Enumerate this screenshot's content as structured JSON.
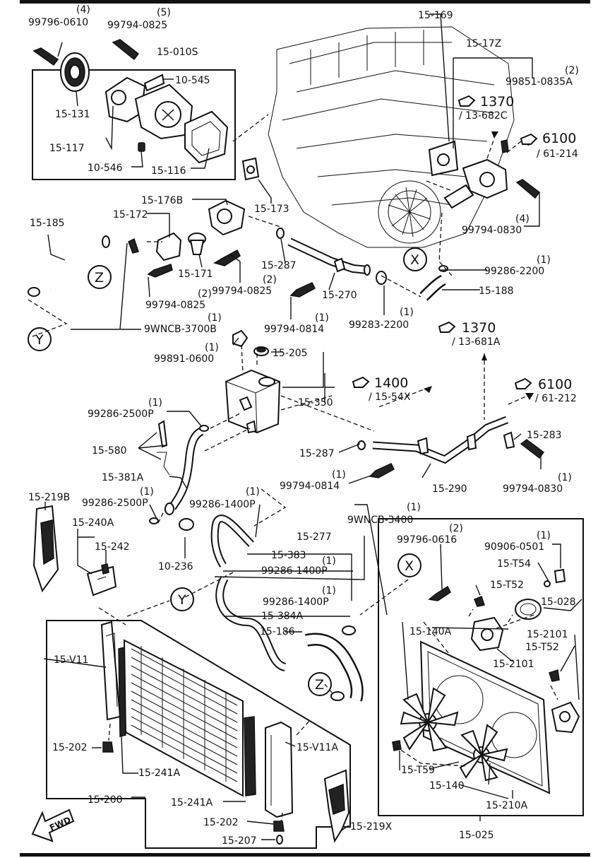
{
  "labels": {
    "l01": "(4)",
    "l02": "99796-0610",
    "l03": "(5)",
    "l04": "99794-0825",
    "l05": "15-010S",
    "l06": "10-545",
    "l07": "15-131",
    "l08": "15-117",
    "l09": "10-546",
    "l10": "15-116",
    "l11": "15-169",
    "l12": "15-17Z",
    "l13": "(2)",
    "l14": "99851-0835A",
    "l15": "1370",
    "l16": "/ 13-682C",
    "l17": "6100",
    "l18": "/ 61-214",
    "l19": "15-173",
    "l20": "15-176B",
    "l21": "15-185",
    "l22": "15-172",
    "l23": "15-171",
    "l24": "(2)",
    "l25": "99794-0825",
    "l26": "15-287",
    "l27": "99794-0825",
    "l28": "(2)",
    "l29": "15-270",
    "l30": "(4)",
    "l31": "99794-0830",
    "l32": "(1)",
    "l33": "99286-2200",
    "l34": "15-188",
    "l35": "(1)",
    "l36": "9WNCB-3700B",
    "l37": "(1)",
    "l38": "99794-0814",
    "l39": "(1)",
    "l40": "99283-2200",
    "l41": "1370",
    "l42": "/ 13-681A",
    "l43": "(1)",
    "l44": "99891-0600",
    "l45": "15-205",
    "l46": "1400",
    "l47": "/ 15-54X",
    "l48": "6100",
    "l49": "/ 61-212",
    "l50": "15-350",
    "l51": "(1)",
    "l52": "99286-2500P",
    "l53": "15-580",
    "l54": "15-287",
    "l55": "15-283",
    "l56": "15-381A",
    "l57": "(1)",
    "l58": "99794-0814",
    "l59": "15-290",
    "l60": "(1)",
    "l61": "99794-0830",
    "l62": "15-219B",
    "l63": "(1)",
    "l64": "99286-2500P",
    "l65": "(1)",
    "l66": "99286-1400P",
    "l67": "(1)",
    "l68": "9WNCB-3400",
    "l69": "15-240A",
    "l70": "15-242",
    "l71": "15-277",
    "l72": "(2)",
    "l73": "99796-0616",
    "l74": "10-236",
    "l75": "15-383",
    "l76": "(1)",
    "l77": "99286-1400P",
    "l78": "(1)",
    "l79": "90906-0501",
    "l80": "15-T54",
    "l81": "15-T52",
    "l82": "15-028",
    "l83": "(1)",
    "l84": "99286-1400P",
    "l85": "15-384A",
    "l86": "15-186",
    "l87": "15-140A",
    "l88": "15-2101",
    "l89": "15-T52",
    "l90": "15-2101",
    "l91": "15-V11",
    "l92": "15-202",
    "l93": "15-V11A",
    "l94": "15-241A",
    "l95": "15-T59",
    "l96": "15-140",
    "l97": "15-200",
    "l98": "15-241A",
    "l99": "15-210A",
    "l100": "15-202",
    "l101": "15-219X",
    "l102": "15-207",
    "l103": "15-025"
  },
  "callouts": {
    "z1": "Z",
    "y1": "Y",
    "x1": "X",
    "x2": "X",
    "y2": "Y",
    "z2": "Z"
  },
  "fwd": "FWD"
}
